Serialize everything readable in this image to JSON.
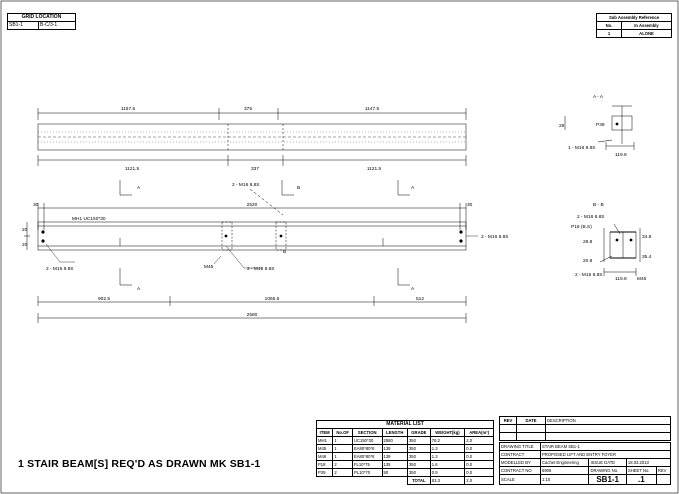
{
  "grid_location": {
    "title": "GRID LOCATION",
    "mark": "SB1-1",
    "grid": "B-C/3-1"
  },
  "sub_assembly": {
    "title": "Sub Assembly Reference",
    "col_no": "No.",
    "col_in": "In Assembly",
    "row_no": "1",
    "row_in": "ALONE"
  },
  "plan_view": {
    "top_dims": [
      "1157.5",
      "375",
      "1147.5"
    ],
    "bottom_dims": [
      "1121.5",
      "337",
      "1121.5"
    ]
  },
  "elevation": {
    "left_gap": "30",
    "right_gap": "30",
    "overall_top": "2520",
    "member_label": "MH1  UC150*30",
    "left_v1": "20",
    "left_v2": "20",
    "bolt_top": "2 - M16  8.8S",
    "bolt_right": "2 - M16  8.8S",
    "bolt_left": "2 - M16  8.8S",
    "bolt_mid": "2 - M16  8.8S",
    "mark_m45": "M45",
    "bottom_dims": [
      "902.5",
      "1065.5",
      "512"
    ],
    "overall_bottom": "2580",
    "section_marks": [
      "A",
      "B",
      "A",
      "B",
      "A",
      "A"
    ]
  },
  "section_aa": {
    "title": "A - A",
    "plate": "P39",
    "v_dim": "25",
    "bolt": "1 - M16  8.8S",
    "width": "119.8"
  },
  "section_bb": {
    "title": "B - B",
    "bolt1": "2 - M16  8.8S",
    "plate": "P18  (B.S)",
    "d1": "29.8",
    "d2": "34.8",
    "d3": "20.8",
    "d4": "35.4",
    "bolt2": "2 - M16  8.8S",
    "width": "119.8",
    "mark": "M46"
  },
  "material_list": {
    "title": "MATERIAL LIST",
    "headers": [
      "ITEM",
      "No.OF",
      "SECTION",
      "LENGTH",
      "GRADE",
      "WEIGHT(kg)",
      "AREA(m²)"
    ],
    "rows": [
      [
        "MH1",
        "1",
        "UC150*30",
        "2580",
        "350",
        "78.2",
        "2.0"
      ],
      [
        "M45",
        "1",
        "EA80*80*8",
        "139",
        "350",
        "1.3",
        "0.0"
      ],
      [
        "M46",
        "1",
        "EA80*80*8",
        "139",
        "350",
        "1.3",
        "0.0"
      ],
      [
        "P18",
        "2",
        "FL10*75",
        "135",
        "350",
        "1.6",
        "0.0"
      ],
      [
        "P39",
        "2",
        "PL10*70",
        "80",
        "350",
        "0.9",
        "0.0"
      ]
    ],
    "total_label": "TOTAL",
    "total_weight": "83.3",
    "total_area": "2.0"
  },
  "revision": {
    "col_rev": "REV",
    "col_date": "DATE",
    "col_desc": "DESCRIPTION"
  },
  "title_block": {
    "drawing_title_label": "DRAWING TITLE",
    "drawing_title": "STAIR BEAM SB1-1",
    "contract_label": "CONTRACT",
    "contract": "PROPOSED LIFT AND ENTRY FOYER",
    "modelled_label": "MODELLED BY",
    "modelled_by": "Cachet Engineering",
    "issue_label": "ISSUE DATE",
    "issue_date": "18.03.2013",
    "contract_no_label": "CONTRACT NO",
    "contract_no": "6906",
    "drawing_no_label": "DRAWING No.",
    "sheet_label": "SHEET No.",
    "rev_label": "REV",
    "scale_label": "SCALE",
    "scale": "1:10",
    "drawing_no": "SB1-1",
    "sheet_no": ".1"
  },
  "footer_title": "1  STAIR BEAM[S]  REQ'D  AS  DRAWN   MK SB1-1"
}
